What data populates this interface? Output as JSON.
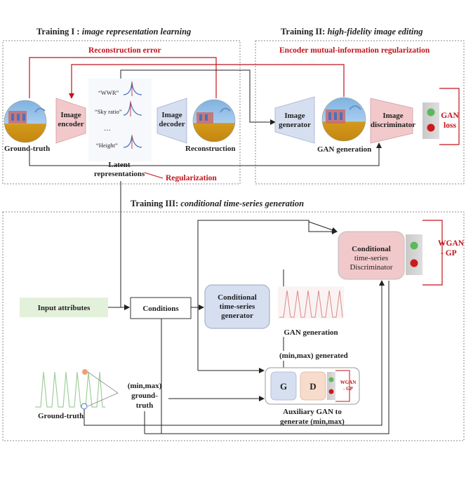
{
  "section1": {
    "prefix": "Training I : ",
    "title": "image representation learning",
    "reconstruction_error": "Reconstruction error"
  },
  "section2": {
    "prefix": "Training II: ",
    "title": "high-fidelity image editing",
    "mi_reg": "Encoder mutual-information regularization"
  },
  "section3": {
    "prefix": "Training III: ",
    "title": "conditional time-series generation"
  },
  "nodes": {
    "ground_truth": "Ground-truth",
    "image_encoder": [
      "Image",
      "encoder"
    ],
    "image_decoder": [
      "Image",
      "decoder"
    ],
    "reconstruction": "Reconstruction",
    "latent": [
      "Latent",
      "representations"
    ],
    "regularization": "Regularization",
    "attrs": [
      "“WWR”",
      "“Sky ratio”",
      "…",
      "“Height”"
    ],
    "image_generator": [
      "Image",
      "generator"
    ],
    "gan_generation_1": "GAN generation",
    "image_discriminator": [
      "Image",
      "discriminator"
    ],
    "gan_loss": [
      "GAN",
      "loss"
    ],
    "input_attributes": "Input attributes",
    "conditions": "Conditions",
    "cts_generator": [
      "Conditional",
      "time-series",
      "generator"
    ],
    "gan_generation_2": "GAN generation",
    "cts_discriminator": [
      "Conditional",
      "time-series",
      "Discriminator"
    ],
    "wgan_gp": [
      "WGAN",
      "- GP"
    ],
    "minmax_generated": "(min,max) generated",
    "minmax_gt": [
      "(min,max)",
      "ground-",
      "truth"
    ],
    "ground_truth_ts": "Ground-truth",
    "g": "G",
    "d": "D",
    "wgan_gp_small": [
      "WGAN",
      "- GP"
    ],
    "aux_gan": [
      "Auxiliary GAN to",
      "generate (min,max)"
    ]
  },
  "colors": {
    "red": "#c0141c",
    "pink": "#f2c9cb",
    "blue": "#d6dff0",
    "green": "#e3f1da",
    "peach": "#f7dccb",
    "gray_panel": "#d4d4d4"
  }
}
